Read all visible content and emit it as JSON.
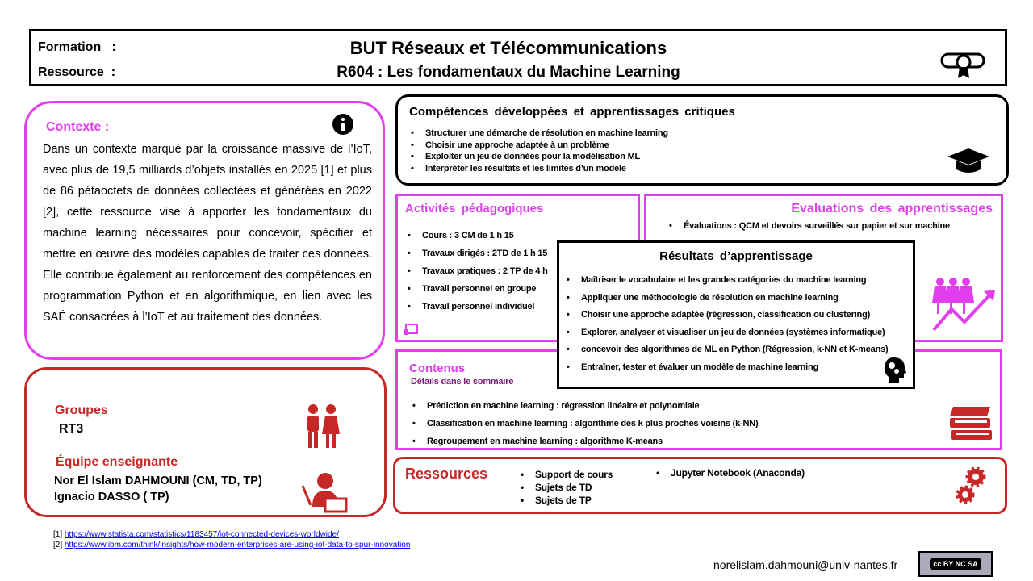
{
  "header": {
    "formation_label": "Formation   :",
    "ressource_label": "Ressource  :",
    "title": "BUT Réseaux et Télécommunications",
    "subtitle": "R604 : Les fondamentaux du Machine Learning"
  },
  "contexte": {
    "title": "Contexte :",
    "text": "Dans un contexte marqué par la croissance massive de l’IoT, avec plus de 19,5 milliards d’objets installés en 2025 [1] et plus de 86 pétaoctets de données collectées et générées en 2022 [2], cette ressource vise à apporter les fondamentaux du machine learning nécessaires pour concevoir, spécifier et mettre en œuvre des modèles capables de traiter ces données. Elle contribue également au renforcement des compétences en programmation Python et en algorithmique, en lien avec les SAÉ consacrées à l’IoT et au traitement des données."
  },
  "groupes": {
    "title": "Groupes",
    "value": "RT3",
    "team_title": "Équipe  enseignante",
    "team": [
      "Nor El Islam DAHMOUNI (CM, TD, TP)",
      "Ignacio DASSO ( TP)"
    ]
  },
  "competences": {
    "title": "Compétences  développées  et apprentissages  critiques",
    "items": [
      "Structurer une démarche de résolution en machine learning",
      "Choisir une approche adaptée à un problème",
      " Exploiter un jeu de données pour la modélisation ML",
      " Interpréter les résultats et les limites d’un modèle"
    ]
  },
  "activites": {
    "title": "Activités  pédagogiques",
    "items": [
      "Cours : 3 CM de 1 h 15",
      "Travaux dirigés : 2TD de 1 h 15",
      "Travaux pratiques : 2 TP de 4 h",
      "Travail personnel en groupe",
      "Travail personnel individuel"
    ]
  },
  "evaluations": {
    "title": "Evaluations  des apprentissages",
    "items": [
      "Évaluations : QCM et devoirs surveillés sur papier et sur machine"
    ]
  },
  "resultats": {
    "title": "Résultats  d’apprentissage",
    "items": [
      "Maîtriser le vocabulaire et les grandes catégories du machine learning",
      "Appliquer une méthodologie de résolution en machine learning",
      "Choisir une approche adaptée (régression, classification  ou clustering)",
      "Explorer, analyser et visualiser un jeu de données (systèmes  informatique)",
      "concevoir des algorithmes de ML en Python (Régression, k-NN et K-means)",
      "Entraîner, tester et évaluer un modèle de machine learning"
    ]
  },
  "contenus": {
    "title": "Contenus",
    "subtitle": "Détails dans le sommaire",
    "items": [
      "Prédiction en machine learning : régression linéaire et polynomiale",
      "Classification  en machine learning : algorithme des k plus proches voisins  (k-NN)",
      "Regroupement en machine learning : algorithme  K-means"
    ]
  },
  "ressources": {
    "title": "Ressources",
    "col1": [
      "Support  de cours",
      "Sujets de TD",
      "Sujets de TP"
    ],
    "col2": [
      "Jupyter Notebook (Anaconda)"
    ]
  },
  "refs": [
    {
      "num": "[1]",
      "url": "https://www.statista.com/statistics/1183457/iot-connected-devices-worldwide/"
    },
    {
      "num": "[2]",
      "url": "https://www.ibm.com/think/insights/how-modern-enterprises-are-using-iot-data-to-spur-innovation"
    }
  ],
  "footer": {
    "email": "norelislam.dahmouni@univ-nantes.fr",
    "license": "cc BY NC SA"
  },
  "colors": {
    "magenta": "#e23ef0",
    "red": "#c62828"
  }
}
